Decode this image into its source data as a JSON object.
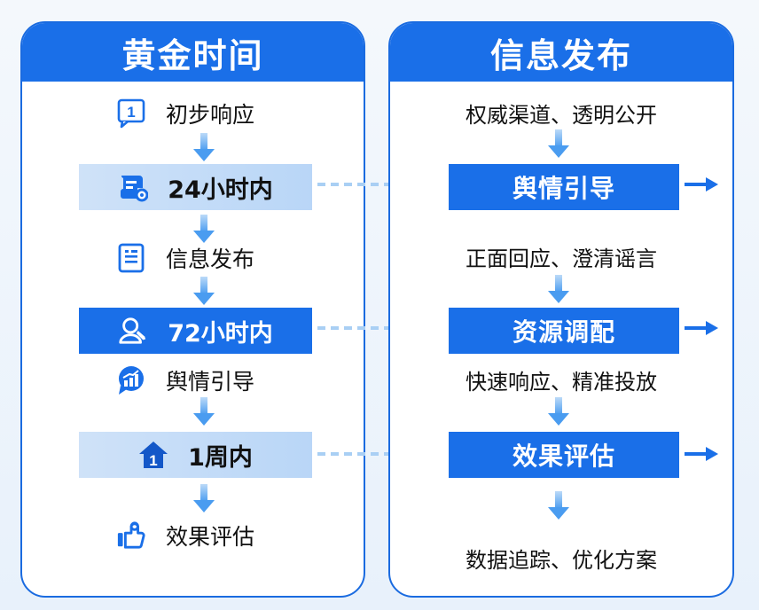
{
  "left_panel": {
    "title": "黄金时间",
    "steps": [
      {
        "type": "item",
        "label": "初步响应",
        "icon": "numbered-chat-bubble-icon"
      },
      {
        "type": "stage",
        "label": "24小时内",
        "icon": "document-pin-icon",
        "style": "light"
      },
      {
        "type": "item",
        "label": "信息发布",
        "icon": "document-list-icon"
      },
      {
        "type": "stage",
        "label": "72小时内",
        "icon": "user-search-icon",
        "style": "dark"
      },
      {
        "type": "item",
        "label": "舆情引导",
        "icon": "chart-bubble-icon"
      },
      {
        "type": "stage",
        "label": "1周内",
        "icon": "home-number-icon",
        "style": "light"
      },
      {
        "type": "item",
        "label": "效果评估",
        "icon": "thumbs-up-icon"
      }
    ],
    "step_one_badge": "1",
    "home_badge": "1"
  },
  "right_panel": {
    "title": "信息发布",
    "descriptions": [
      "权威渠道、透明公开",
      "正面回应、澄清谣言",
      "快速响应、精准投放",
      "数据追踪、优化方案"
    ],
    "actions": [
      {
        "label": "舆情引导"
      },
      {
        "label": "资源调配"
      },
      {
        "label": "效果评估"
      }
    ]
  },
  "colors": {
    "primary_blue": "#1a6fe8",
    "light_blue": "#c4dcf7",
    "arrow_blue": "#5aa4f0",
    "dash_blue": "#9cc6f2"
  }
}
